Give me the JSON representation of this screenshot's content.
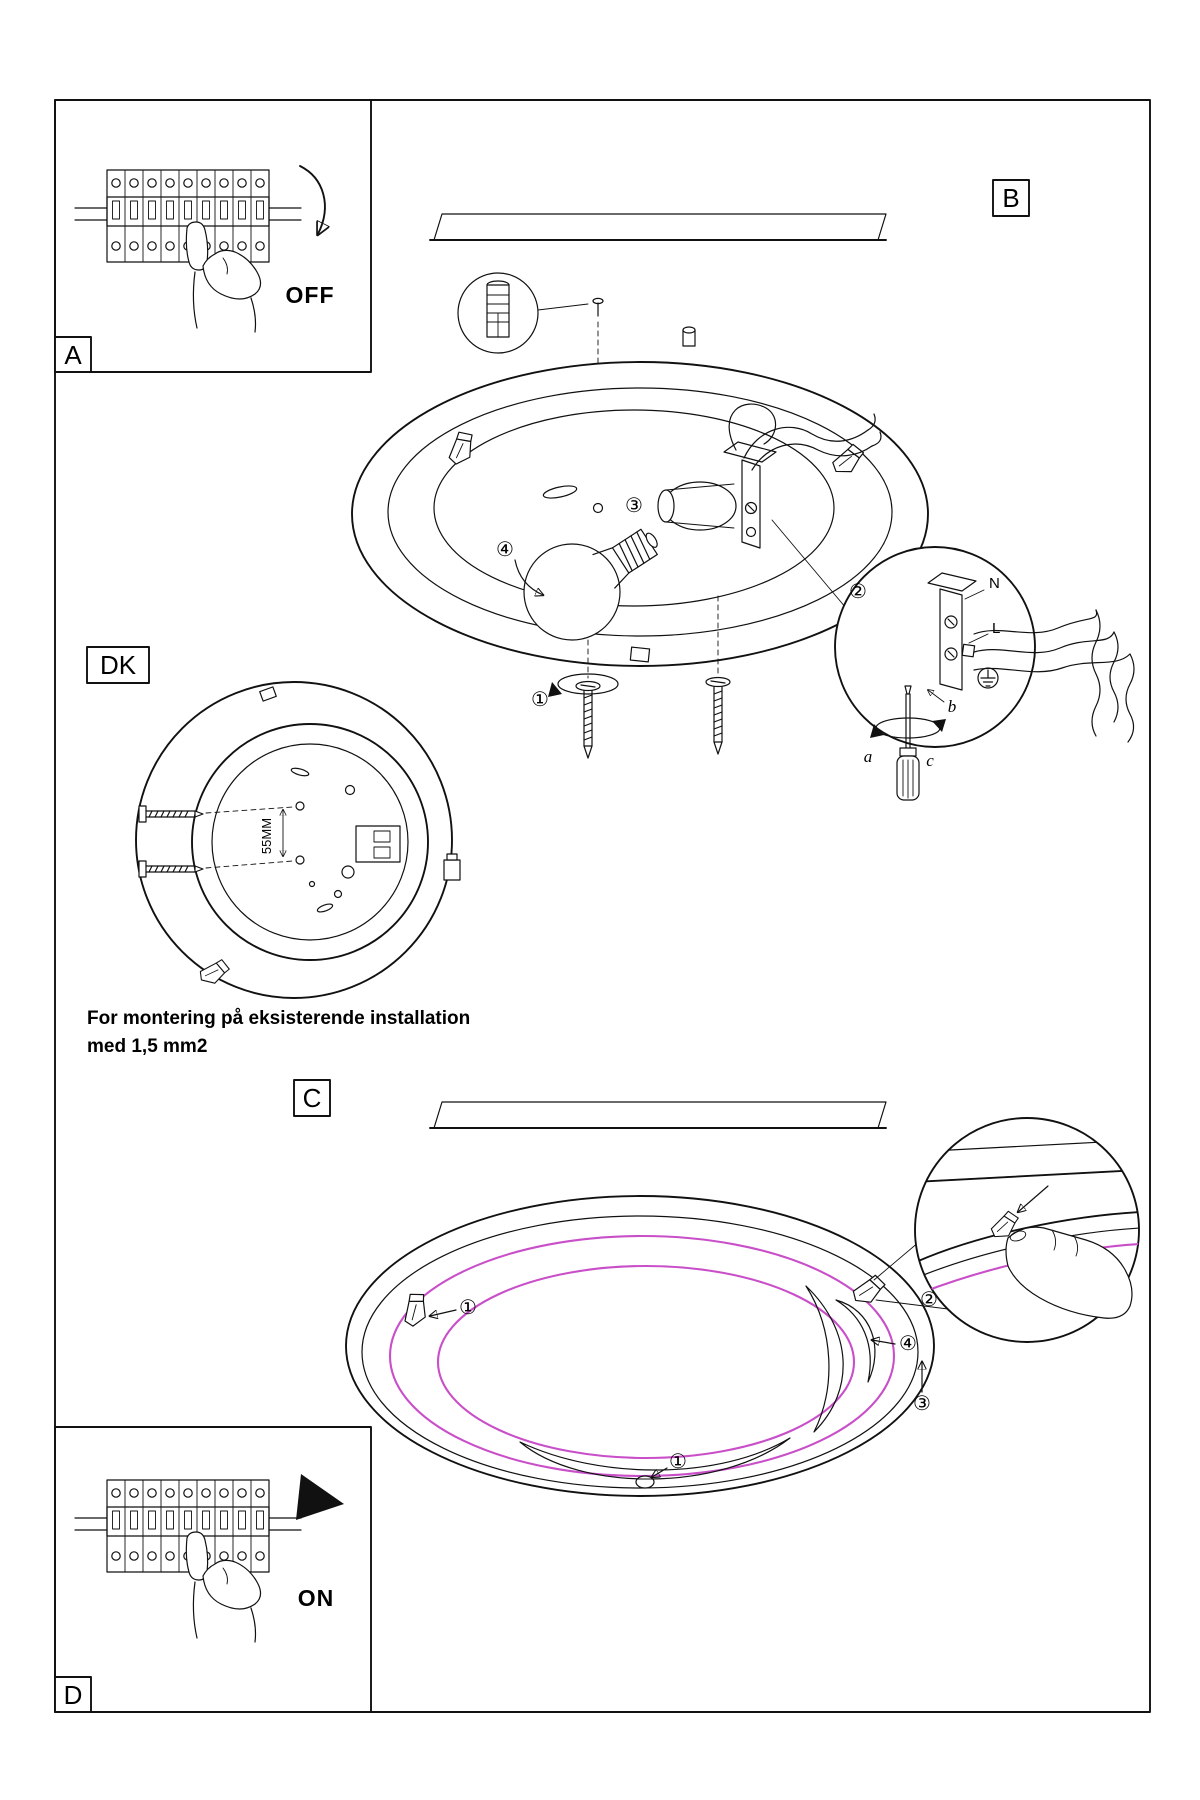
{
  "panels": {
    "a": "A",
    "b": "B",
    "c": "C",
    "d": "D",
    "dk": "DK"
  },
  "breaker": {
    "off": "OFF",
    "on": "ON"
  },
  "caption": {
    "line1": "For montering på  eksisterende installation",
    "line2": "med 1,5 mm2"
  },
  "dimensions": {
    "hole_spacing": "55MM"
  },
  "wiring": {
    "neutral": "N",
    "live": "L"
  },
  "letters": {
    "a": "a",
    "b": "b",
    "c": "c"
  },
  "steps": {
    "s1": "①",
    "s2": "②",
    "s3": "③",
    "s4": "④"
  },
  "colors": {
    "glass_accent": "#c94fc9"
  }
}
